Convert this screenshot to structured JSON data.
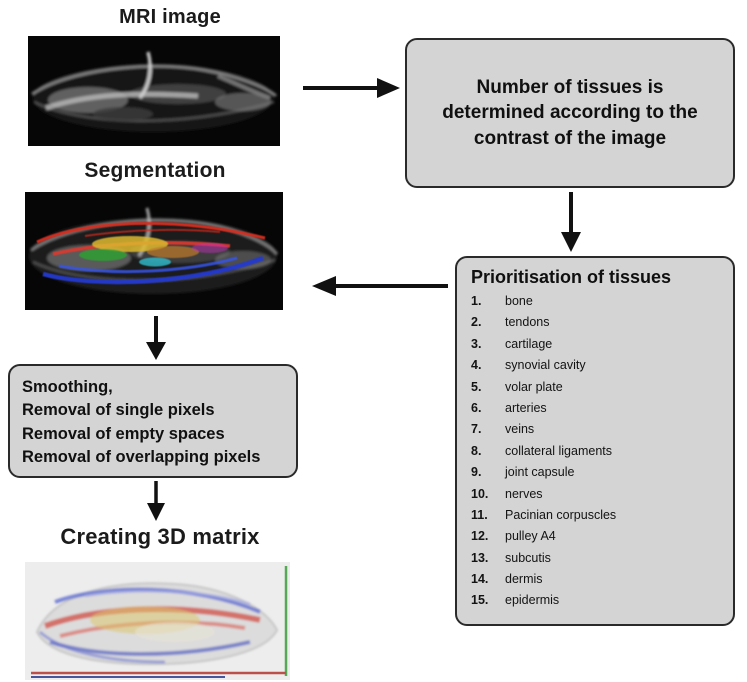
{
  "headings": {
    "mri": "MRI image",
    "segmentation": "Segmentation",
    "matrix": "Creating 3D matrix"
  },
  "tissue_count_box": {
    "text": "Number of tissues is determined according to the contrast of the image"
  },
  "prioritisation_box": {
    "title": "Prioritisation of tissues",
    "items": [
      {
        "num": "1.",
        "label": "bone"
      },
      {
        "num": "2.",
        "label": "tendons"
      },
      {
        "num": "3.",
        "label": "cartilage"
      },
      {
        "num": "4.",
        "label": "synovial cavity"
      },
      {
        "num": "5.",
        "label": "volar plate"
      },
      {
        "num": "6.",
        "label": "arteries"
      },
      {
        "num": "7.",
        "label": "veins"
      },
      {
        "num": "8.",
        "label": "collateral ligaments"
      },
      {
        "num": "9.",
        "label": "joint capsule"
      },
      {
        "num": "10.",
        "label": "nerves"
      },
      {
        "num": "11.",
        "label": "Pacinian corpuscles"
      },
      {
        "num": "12.",
        "label": "pulley A4"
      },
      {
        "num": "13.",
        "label": "subcutis"
      },
      {
        "num": "14.",
        "label": "dermis"
      },
      {
        "num": "15.",
        "label": "epidermis"
      }
    ]
  },
  "processing_box": {
    "lines": [
      "Smoothing,",
      "Removal of single pixels",
      "Removal of empty spaces",
      "Removal of overlapping pixels"
    ]
  },
  "colors": {
    "box_fill": "#d4d4d4",
    "box_border": "#2a2a2a",
    "arrow": "#111111",
    "segmentation_red": "#d92a1e",
    "segmentation_blue": "#2438cf",
    "segmentation_green": "#2f9e33",
    "segmentation_yellow": "#ddb92f"
  }
}
